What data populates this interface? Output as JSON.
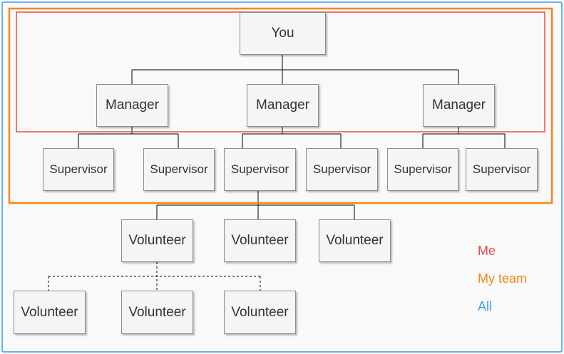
{
  "org_chart": {
    "root": "You",
    "managers": [
      "Manager",
      "Manager",
      "Manager"
    ],
    "supervisors": [
      "Supervisor",
      "Supervisor",
      "Supervisor",
      "Supervisor",
      "Supervisor",
      "Supervisor"
    ],
    "volunteers_row1": [
      "Volunteer",
      "Volunteer",
      "Volunteer"
    ],
    "volunteers_row2": [
      "Volunteer",
      "Volunteer",
      "Volunteer"
    ]
  },
  "legend": {
    "me": "Me",
    "my_team": "My team",
    "all": "All"
  },
  "colors": {
    "me": "#e84c4c",
    "my_team": "#f5861f",
    "all": "#3d9be9"
  }
}
